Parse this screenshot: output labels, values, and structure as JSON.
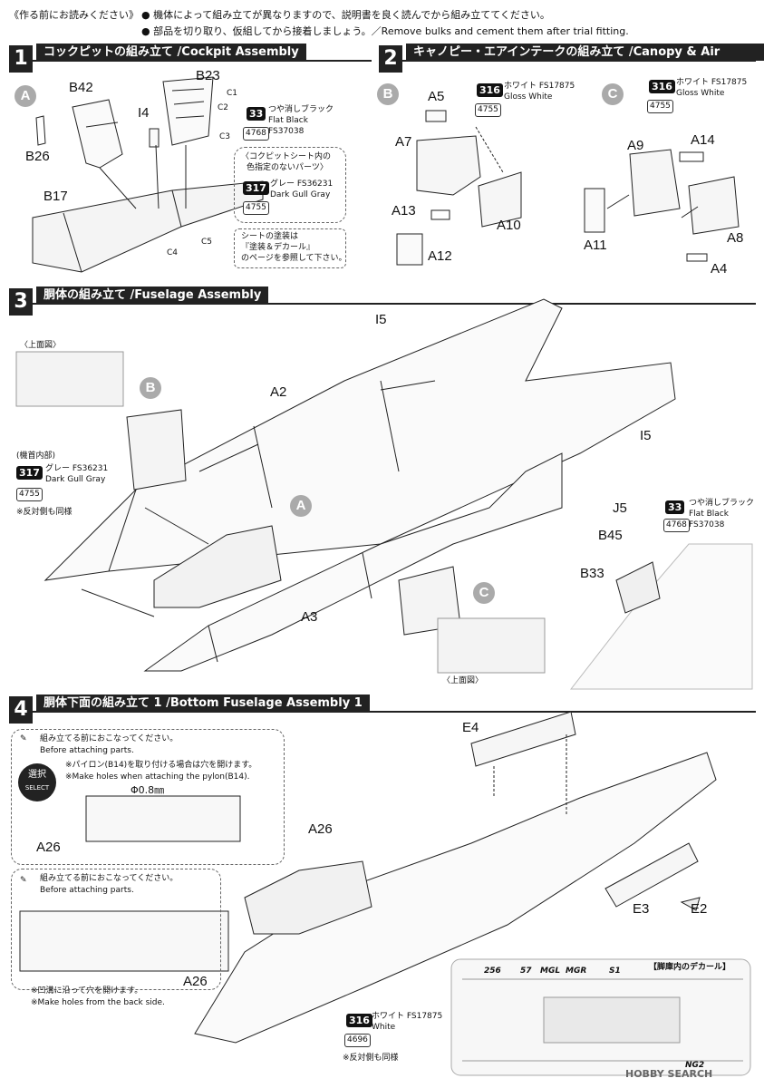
{
  "header": {
    "left_note": "《作る前にお読みください》",
    "bullets": [
      "機体によって組み立てが異なりますので、説明書を良く読んでから組み立ててください。",
      "部品を切り取り、仮組してから接着しましょう。／Remove bulks and cement them after trial fitting."
    ]
  },
  "steps": [
    {
      "num": "1",
      "title": "コックピットの組み立て /Cockpit Assembly"
    },
    {
      "num": "2",
      "title": "キャノピー・エアインテークの組み立て /Canopy & Air Intake Assembly"
    },
    {
      "num": "3",
      "title": "胴体の組み立て /Fuselage Assembly"
    },
    {
      "num": "4",
      "title": "胴体下面の組み立て 1 /Bottom Fuselage Assembly 1"
    }
  ],
  "step1": {
    "circle": "A",
    "parts": [
      "B42",
      "B23",
      "I4",
      "B26",
      "B17",
      "C1",
      "C2",
      "C3",
      "C4",
      "C5"
    ],
    "paint1": {
      "num": "33",
      "jp": "つや消しブラック",
      "en": "Flat Black",
      "fs": "FS37038",
      "code": "4768"
    },
    "note_box": {
      "line1": "〈コクピットシート内の",
      "line2": "色指定のないパーツ〉"
    },
    "paint2": {
      "num": "317",
      "jp": "グレー FS36231",
      "en": "Dark Gull Gray",
      "code": "4755"
    },
    "seat_note": {
      "line1": "シートの塗装は",
      "line2": "『塗装＆デカール』",
      "line3": "のページを参照して下さい。"
    }
  },
  "step2": {
    "circles": [
      "B",
      "C"
    ],
    "parts_b": [
      "A5",
      "A7",
      "A13",
      "A10",
      "A12"
    ],
    "parts_c": [
      "A9",
      "A14",
      "A11",
      "A8",
      "A4"
    ],
    "paint_b": {
      "num": "316",
      "jp": "ホワイト FS17875",
      "en": "Gloss White",
      "code": "4755"
    },
    "paint_c": {
      "num": "316",
      "jp": "ホワイト FS17875",
      "en": "Gloss White",
      "code": "4755"
    }
  },
  "step3": {
    "top_view": "〈上面図〉",
    "circles": [
      "B",
      "A",
      "C"
    ],
    "parts": [
      "I5",
      "A2",
      "I5",
      "A3",
      "J5",
      "B45",
      "B33"
    ],
    "nose_label": "(機首内部)",
    "paint1": {
      "num": "317",
      "jp": "グレー FS36231",
      "en": "Dark Gull Gray",
      "code": "4755",
      "note": "※反対側も同様"
    },
    "paint2": {
      "num": "33",
      "jp": "つや消しブラック",
      "en": "Flat Black",
      "fs": "FS37038",
      "code": "4768"
    },
    "top_view2": "〈上面図〉"
  },
  "step4": {
    "box1": {
      "jp": "組み立てる前におこなってください。",
      "en": "Before attaching parts.",
      "note_jp": "※パイロン(B14)を取り付ける場合は穴を開けます。",
      "note_en": "※Make holes when attaching the pylon(B14).",
      "select_jp": "選択",
      "select_en": "SELECT",
      "dia": "Φ0.8㎜",
      "part": "A26"
    },
    "box2": {
      "jp": "組み立てる前におこなってください。",
      "en": "Before attaching parts.",
      "note_jp": "※凹溝に沿って穴を開けます。",
      "note_en": "※Make holes from the back side.",
      "part": "A26"
    },
    "parts": [
      "E4",
      "A26",
      "E3",
      "E2"
    ],
    "paint": {
      "num": "316",
      "jp": "ホワイト FS17875",
      "en": "White",
      "code": "4696",
      "note": "※反対側も同様"
    },
    "decal_title": "【脚庫内のデカール】",
    "decals": [
      "256",
      "57",
      "MGL",
      "MGR",
      "S1",
      "NG2"
    ]
  },
  "watermark": "HOBBY SEARCH"
}
